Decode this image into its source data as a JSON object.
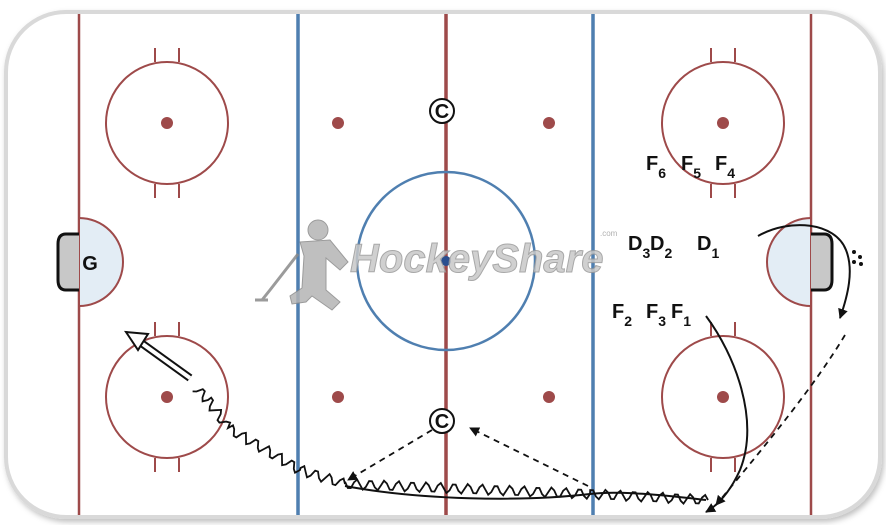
{
  "colors": {
    "board": "#d9d9d9",
    "red_line": "#9e4a4a",
    "blue_line": "#4f7fb0",
    "crease_fill": "#e3edf5",
    "net_fill": "#c8c8c8",
    "ink": "#111111"
  },
  "goalie": {
    "label": "G"
  },
  "coaches": [
    {
      "id": "c-top",
      "label": "C"
    },
    {
      "id": "c-bottom",
      "label": "C"
    }
  ],
  "players": [
    {
      "id": "f6",
      "base": "F",
      "sub": "6"
    },
    {
      "id": "f5",
      "base": "F",
      "sub": "5"
    },
    {
      "id": "f4",
      "base": "F",
      "sub": "4"
    },
    {
      "id": "d3",
      "base": "D",
      "sub": "3"
    },
    {
      "id": "d2",
      "base": "D",
      "sub": "2"
    },
    {
      "id": "d1",
      "base": "D",
      "sub": "1"
    },
    {
      "id": "f2",
      "base": "F",
      "sub": "2"
    },
    {
      "id": "f3",
      "base": "F",
      "sub": "3"
    },
    {
      "id": "f1",
      "base": "F",
      "sub": "1"
    }
  ],
  "watermark": {
    "text": "HockeyShare",
    "small": ".com"
  }
}
